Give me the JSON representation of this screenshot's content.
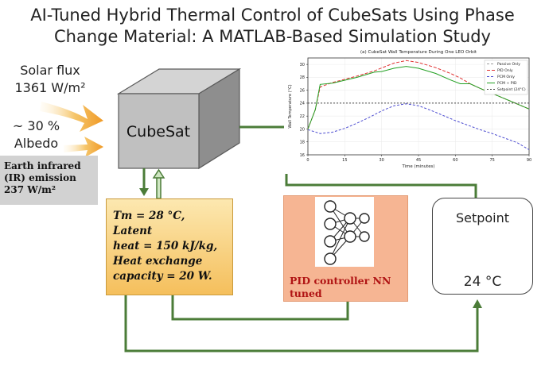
{
  "title": {
    "line1": "AI-Tuned Hybrid Thermal Control of CubeSats Using Phase",
    "line2": "Change Material: A MATLAB-Based Simulation Study"
  },
  "inputs": {
    "solar_line1": "Solar flux",
    "solar_line2": "1361 W/m²",
    "albedo_line1": "~ 30 %",
    "albedo_line2": "Albedo",
    "earth_ir_line1": "Earth infrared",
    "earth_ir_line2": "(IR) emission",
    "earth_ir_line3": "237 W/m²"
  },
  "cubesat": {
    "label": "CubeSat"
  },
  "pcm": {
    "line1": "Tm = 28 °C, Latent",
    "line2": "heat = 150 kJ/kg,",
    "line3": "Heat exchange",
    "line4": "capacity = 20 W."
  },
  "pid": {
    "line1": "PID controller NN",
    "line2": "tuned"
  },
  "setpoint": {
    "label": "Setpoint",
    "value": "24 °C"
  },
  "colors": {
    "connector": "#4b7c38",
    "arrow_orange": "#f2a93b",
    "cube_front": "#c0c0c0",
    "pcm_fill": "#f5bf5c",
    "pid_fill": "#f6b593"
  },
  "chart_data": {
    "type": "line",
    "title": "(a) CubeSat Wall Temperature During One LEO Orbit",
    "xlabel": "Time (minutes)",
    "ylabel": "Wall Temperature (°C)",
    "xlim": [
      0,
      90
    ],
    "ylim": [
      16,
      31
    ],
    "xticks": [
      0,
      15,
      30,
      45,
      60,
      75,
      90
    ],
    "yticks": [
      16,
      18,
      20,
      22,
      24,
      26,
      28,
      30
    ],
    "grid": true,
    "legend_position": "top-right",
    "series": [
      {
        "name": "Passive Only",
        "color": "#9a9a9a",
        "dash": "3,2",
        "x": [],
        "y": []
      },
      {
        "name": "PID Only",
        "color": "#e03030",
        "dash": "4,2",
        "x": [
          0,
          3,
          5,
          10,
          20,
          27,
          35,
          40,
          45,
          52,
          58,
          62,
          66,
          70,
          80,
          90
        ],
        "y": [
          20,
          23,
          26.5,
          27.2,
          28.2,
          29,
          30.2,
          30.6,
          30.3,
          29.5,
          28.6,
          27.9,
          27,
          26.3,
          24.7,
          23.1
        ]
      },
      {
        "name": "PCM Only",
        "color": "#4b4bd0",
        "dash": "3,2",
        "x": [
          0,
          5,
          10,
          15,
          20,
          25,
          30,
          35,
          40,
          45,
          50,
          55,
          60,
          65,
          70,
          75,
          80,
          85,
          90
        ],
        "y": [
          19.9,
          19.3,
          19.5,
          20.1,
          20.9,
          21.8,
          22.8,
          23.6,
          23.9,
          23.6,
          22.9,
          22.1,
          21.3,
          20.6,
          19.9,
          19.3,
          18.6,
          17.9,
          16.8
        ]
      },
      {
        "name": "PCM + PID",
        "color": "#22a022",
        "dash": "",
        "x": [
          0,
          3,
          5,
          10,
          20,
          27,
          30,
          35,
          40,
          45,
          52,
          58,
          62,
          66,
          70,
          80,
          90
        ],
        "y": [
          20,
          23,
          26.9,
          27.1,
          28,
          28.8,
          28.9,
          29.4,
          29.7,
          29.4,
          28.6,
          27.6,
          27,
          27,
          26.3,
          24.7,
          23.1
        ]
      },
      {
        "name": "Setpoint (24°C)",
        "color": "#444444",
        "dash": "2,2",
        "x": [
          0,
          90
        ],
        "y": [
          24,
          24
        ]
      }
    ]
  }
}
